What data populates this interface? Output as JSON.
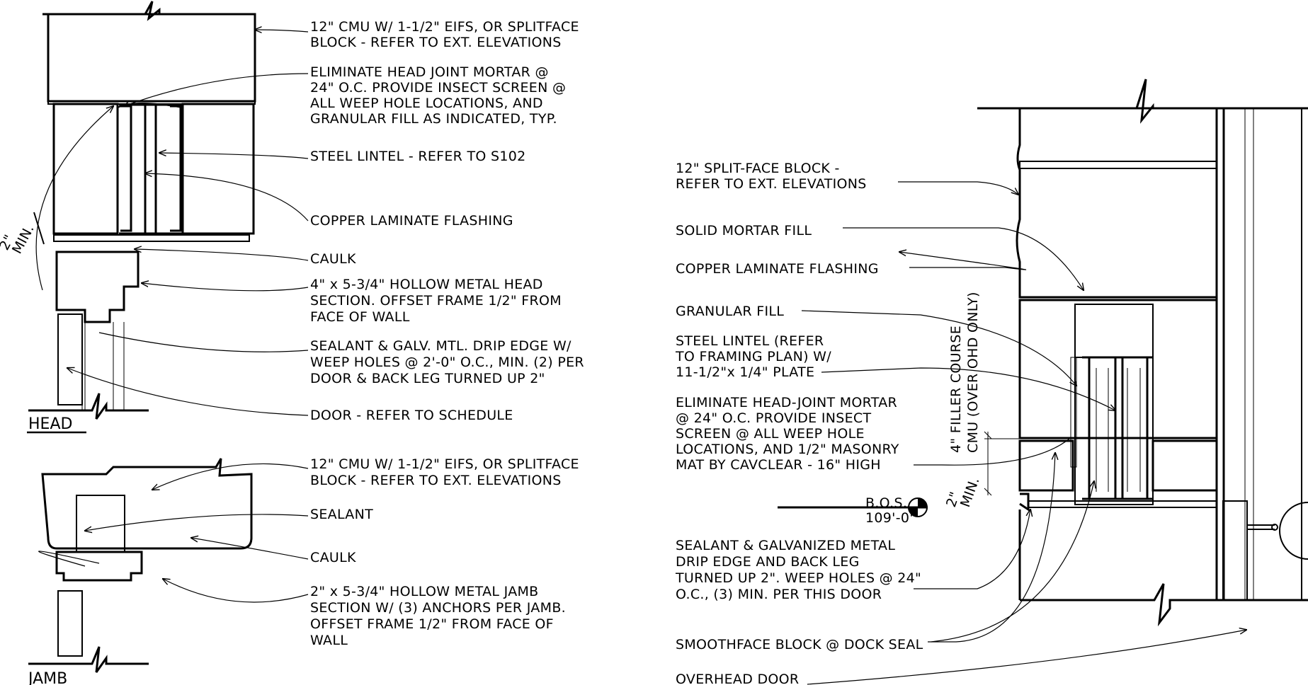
{
  "left_detail": {
    "head_notes": [
      [
        "12\" CMU W/ 1-1/2\" EIFS, OR SPLITFACE",
        "BLOCK - REFER TO EXT. ELEVATIONS"
      ],
      [
        "ELIMINATE HEAD JOINT MORTAR @",
        "24\" O.C. PROVIDE INSECT SCREEN @",
        "ALL WEEP HOLE LOCATIONS, AND",
        "GRANULAR FILL AS INDICATED, TYP."
      ],
      [
        "STEEL LINTEL - REFER TO S102"
      ],
      [
        "COPPER LAMINATE FLASHING"
      ],
      [
        "CAULK"
      ],
      [
        "4\" x 5-3/4\" HOLLOW METAL HEAD",
        "SECTION.  OFFSET FRAME 1/2\" FROM",
        "FACE OF WALL"
      ],
      [
        "SEALANT & GALV. MTL. DRIP EDGE W/",
        "WEEP HOLES @ 2'-0\" O.C., MIN. (2) PER",
        "DOOR & BACK LEG TURNED UP 2\""
      ],
      [
        "DOOR - REFER TO SCHEDULE"
      ]
    ],
    "jamb_notes": [
      [
        "12\" CMU W/ 1-1/2\" EIFS, OR SPLITFACE",
        "BLOCK - REFER TO EXT. ELEVATIONS"
      ],
      [
        "SEALANT"
      ],
      [
        "CAULK"
      ],
      [
        "2\" x 5-3/4\" HOLLOW METAL JAMB",
        "SECTION W/ (3) ANCHORS PER JAMB.",
        "OFFSET FRAME 1/2\" FROM FACE OF",
        "WALL"
      ]
    ],
    "head_title": "HEAD",
    "jamb_title": "JAMB",
    "min_dim": [
      "2\"",
      "MIN."
    ]
  },
  "right_detail": {
    "notes": [
      [
        "12\" SPLIT-FACE BLOCK -",
        "REFER TO EXT. ELEVATIONS"
      ],
      [
        "SOLID MORTAR FILL"
      ],
      [
        "COPPER LAMINATE FLASHING"
      ],
      [
        "GRANULAR FILL"
      ],
      [
        "STEEL LINTEL (REFER",
        "TO FRAMING PLAN) W/",
        "11-1/2\"x 1/4\" PLATE"
      ],
      [
        "ELIMINATE HEAD-JOINT MORTAR",
        "@ 24\" O.C. PROVIDE INSECT",
        "SCREEN @ ALL WEEP HOLE",
        "LOCATIONS, AND 1/2\" MASONRY",
        "MAT BY CAVCLEAR - 16\" HIGH"
      ],
      [
        "SEALANT & GALVANIZED METAL",
        "DRIP EDGE AND BACK LEG",
        "TURNED UP 2\".  WEEP HOLES @ 24\"",
        "O.C., (3) MIN. PER THIS DOOR"
      ],
      [
        "SMOOTHFACE BLOCK @ DOCK SEAL"
      ],
      [
        "OVERHEAD DOOR"
      ]
    ],
    "filler_label": [
      "4\" FILLER COURSE",
      "CMU (OVER OHD ONLY)"
    ],
    "bos_label": [
      "B.O.S.",
      "109'-0\""
    ],
    "min_dim": [
      "2\"",
      "MIN."
    ]
  }
}
